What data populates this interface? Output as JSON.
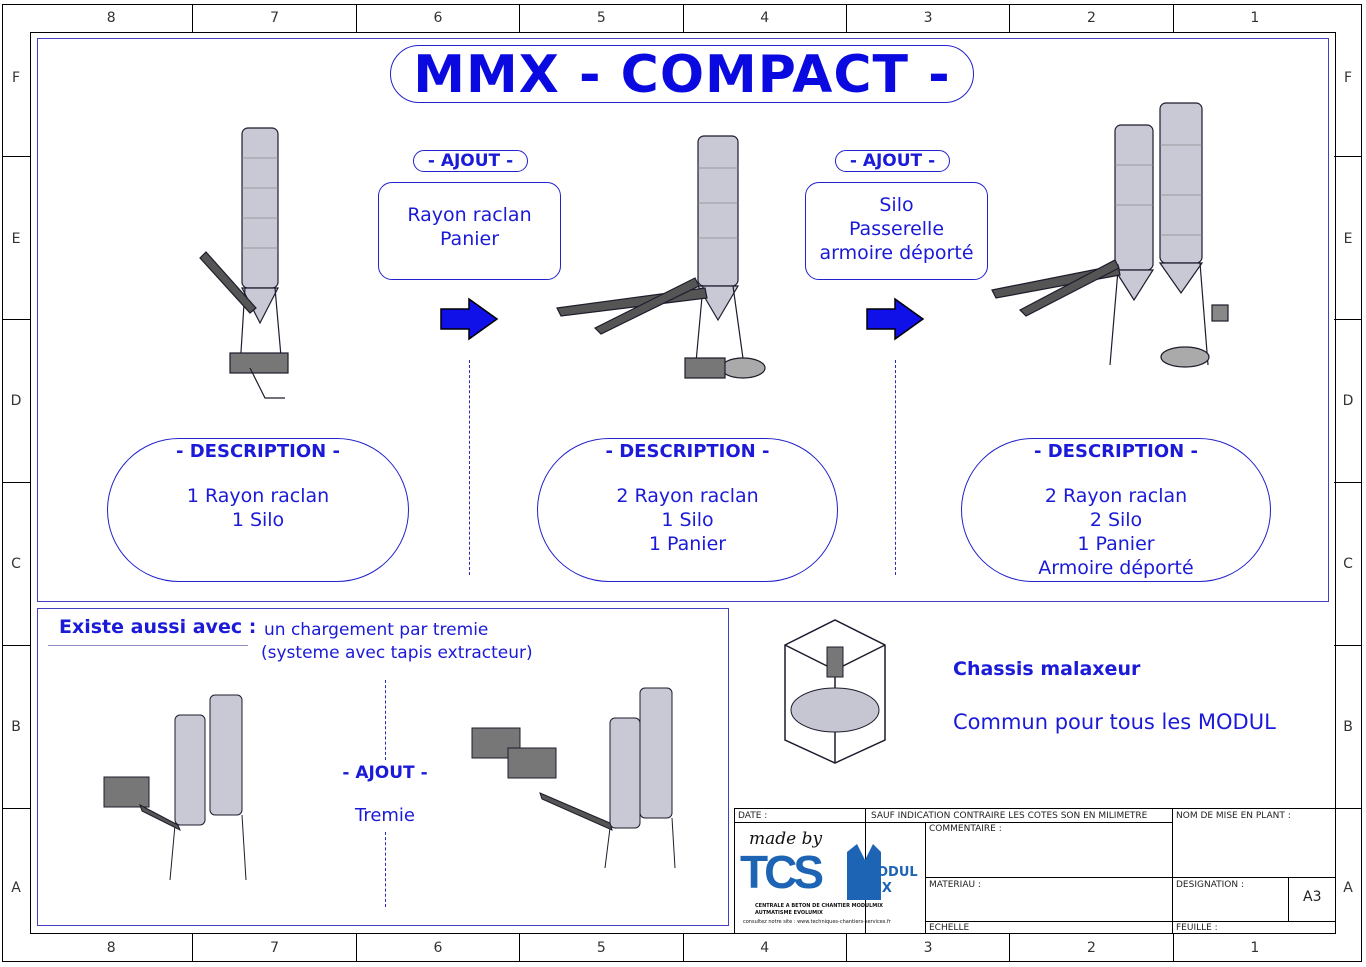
{
  "title": "MMX - COMPACT -",
  "zones": {
    "columns": [
      "8",
      "7",
      "6",
      "5",
      "4",
      "3",
      "2",
      "1"
    ],
    "rows": [
      "F",
      "E",
      "D",
      "C",
      "B",
      "A"
    ]
  },
  "ajout_label": "- AJOUT -",
  "step1_add": [
    "Rayon raclan",
    "Panier"
  ],
  "step2_add": [
    "Silo",
    "Passerelle",
    "armoire déporté"
  ],
  "description_label": "- DESCRIPTION -",
  "desc1": [
    "1 Rayon raclan",
    "1 Silo"
  ],
  "desc2": [
    "2 Rayon raclan",
    "1 Silo",
    "1 Panier"
  ],
  "desc3": [
    "2 Rayon raclan",
    "2 Silo",
    "1 Panier",
    "Armoire déporté"
  ],
  "also": {
    "label": "Existe aussi avec :",
    "text1": "un chargement par tremie",
    "text2": "(systeme avec tapis extracteur)",
    "ajout": "- AJOUT -",
    "item": "Tremie"
  },
  "chassis": {
    "title": "Chassis malaxeur",
    "text": "Commun pour tous les MODUL"
  },
  "titleblock": {
    "date": "DATE :",
    "note": "SAUF INDICATION CONTRAIRE LES COTES SON EN MILIMETRE",
    "nom": "NOM DE MISE EN PLANT :",
    "commentaire": "COMMENTAIRE :",
    "materiau": "MATERIAU :",
    "designation": "DESIGNATION :",
    "format": "A3",
    "echelle": "ECHELLE",
    "feuille": "FEUILLE :",
    "made_by": "made by",
    "logo_tcs": "TCS",
    "logo_modul": "ODUL",
    "logo_mix": "IX",
    "tag1": "CENTRALE A BETON DE CHANTIER MODULMIX",
    "tag2": "AUTMATISME EVOLUMIX",
    "tag3": "consultez notre site : www.techniques-chantiers-services.fr"
  },
  "colors": {
    "accent": "#0a0ae0",
    "line": "#2222cc"
  }
}
